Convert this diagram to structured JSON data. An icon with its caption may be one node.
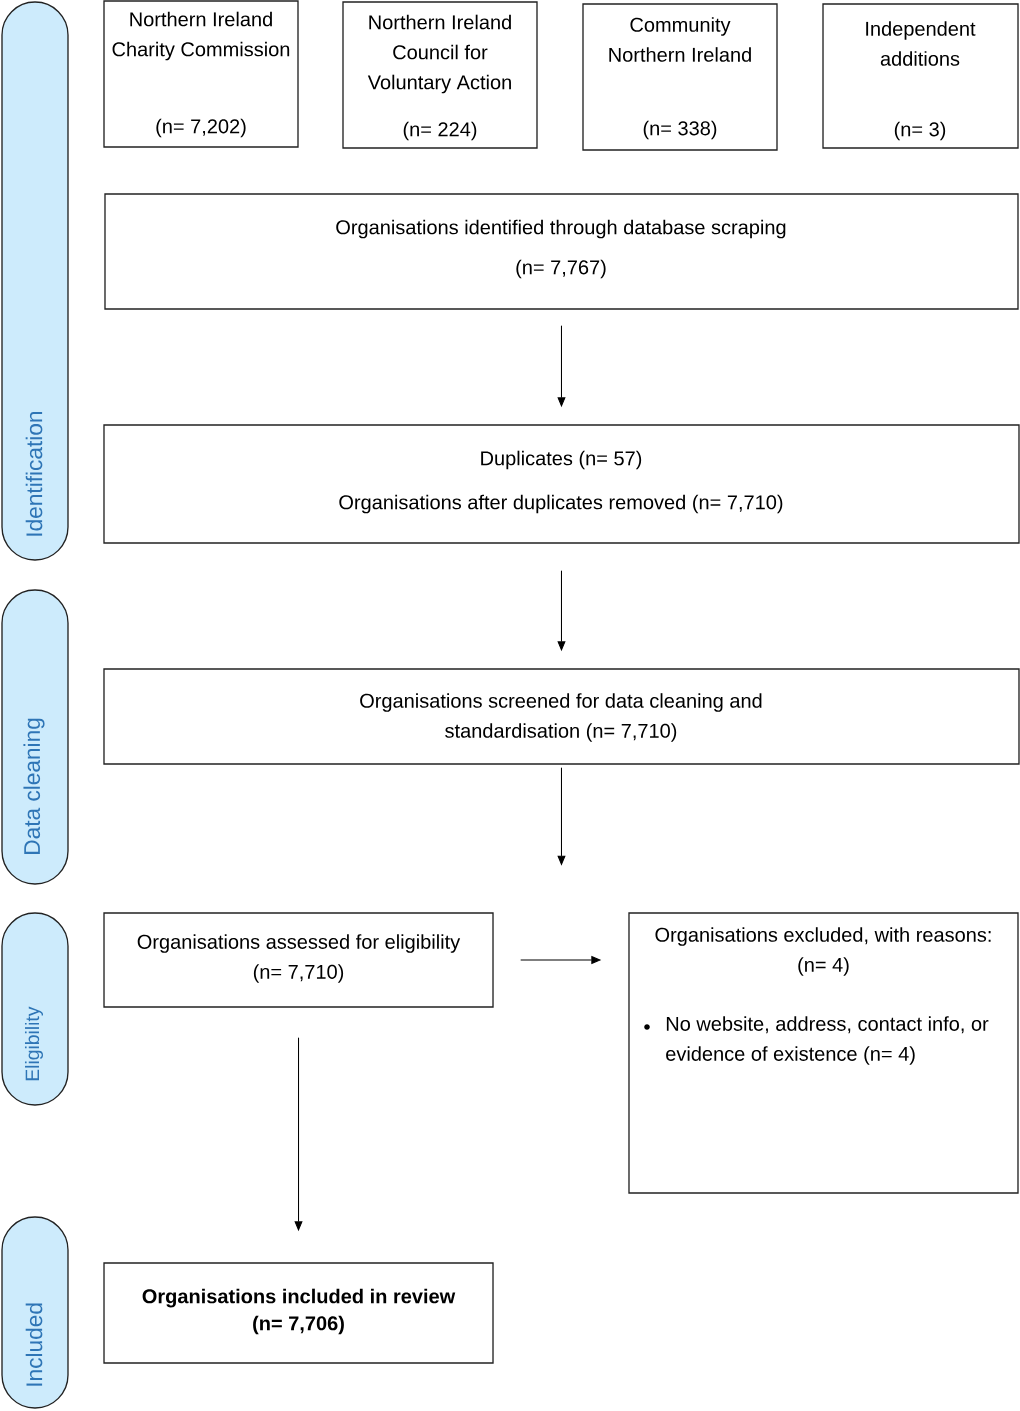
{
  "diagram": {
    "nodes": [
      {
        "text": [
          "Identification"
        ]
      },
      {
        "text": [
          "Northern Ireland Charity Commission",
          "(n= 7,202)"
        ]
      },
      {
        "text": [
          "Northern Ireland Council for Voluntary Action",
          "(n= 224)"
        ]
      },
      {
        "text": [
          "Community Northern Ireland",
          "(n= 338)"
        ]
      },
      {
        "text": [
          "Independent additions",
          "(n= 3)"
        ]
      },
      {
        "text": [
          "Organisations identified through database scraping",
          "(n= 7,767)"
        ]
      },
      {
        "text": [
          "Duplicates (n= 57)",
          "Organisations after duplicates removed (n= 7,710)"
        ]
      },
      {
        "text": [
          "Data cleaning"
        ]
      },
      {
        "text": [
          "Organisations screened for data cleaning and standardisation (n= 7,710)"
        ]
      },
      {
        "text": [
          "Eligibility"
        ]
      },
      {
        "text": [
          "Organisations assessed for eligibility (n= 7,710)"
        ]
      },
      {
        "text": [
          "Organisations excluded, with reasons: (n= 4)",
          "No website, address, contact info, or evidence of existence (n= 4)"
        ]
      },
      {
        "text": [
          "Included"
        ]
      },
      {
        "text": [
          "Organisations included in review (n= 7,706)"
        ]
      }
    ],
    "edges": [
      {
        "from": 5,
        "to": 6,
        "arrow": "to"
      },
      {
        "from": 6,
        "to": 8,
        "arrow": "to"
      },
      {
        "from": 8,
        "to": null,
        "arrow": "to"
      },
      {
        "from": 10,
        "to": 11,
        "arrow": "to"
      },
      {
        "from": 10,
        "to": 13,
        "arrow": "to"
      }
    ]
  }
}
